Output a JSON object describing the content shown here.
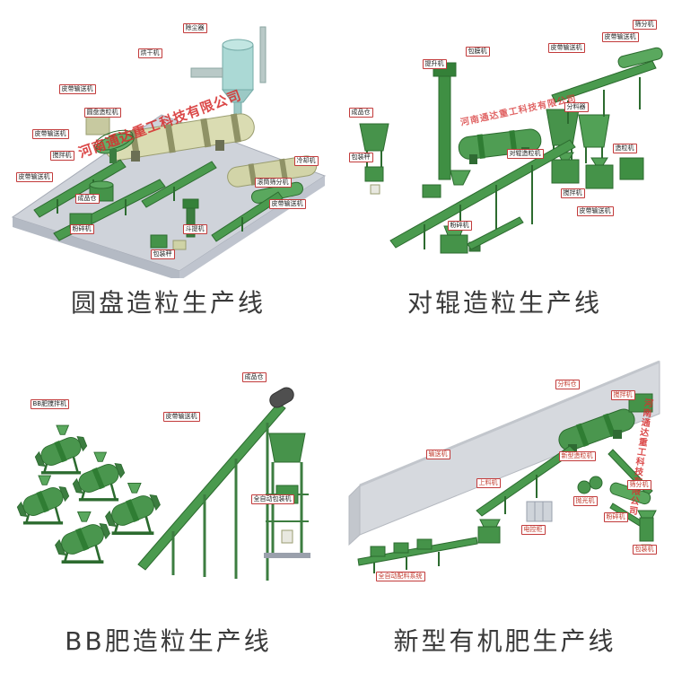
{
  "brand": {
    "watermark": "河南通达重工科技有限公司"
  },
  "sections": [
    {
      "caption": "圆盘造粒生产线",
      "labels": [
        "除尘器",
        "烘干机",
        "皮带输送机",
        "圆盘造粒机",
        "皮带输送机",
        "搅拌机",
        "皮带输送机",
        "成品仓",
        "粉碎机",
        "斗提机",
        "包装秤",
        "滚筒筛分机",
        "皮带输送机",
        "冷却机"
      ]
    },
    {
      "caption": "对辊造粒生产线",
      "labels": [
        "提升机",
        "包膜机",
        "皮带输送机",
        "皮带输送机",
        "筛分机",
        "成品仓",
        "包装秤",
        "分料器",
        "对辊造粒机",
        "搅拌机",
        "造粒机",
        "皮带输送机",
        "粉碎机"
      ]
    },
    {
      "caption": "BB肥造粒生产线",
      "labels": [
        "BB肥搅拌机",
        "成品仓",
        "皮带输送机",
        "全自动包装机"
      ]
    },
    {
      "caption": "新型有机肥生产线",
      "labels": [
        "分料仓",
        "搅拌机",
        "输送机",
        "上料机",
        "新型造粒机",
        "筛分机",
        "抛光机",
        "粉碎机",
        "电控柜",
        "全自动配料系统",
        "包装机"
      ]
    }
  ]
}
